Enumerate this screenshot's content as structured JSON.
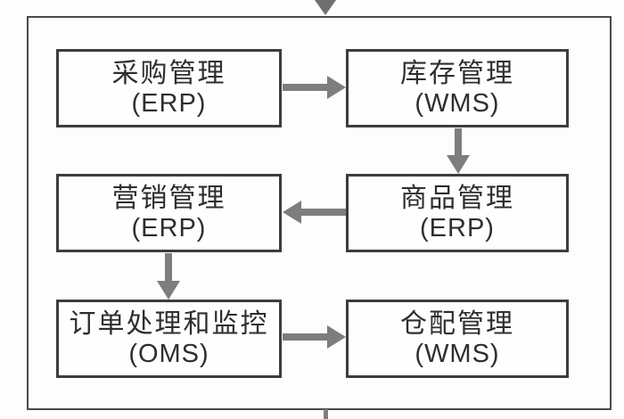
{
  "diagram": {
    "type": "flowchart",
    "background_color": "#fdfdfd",
    "frame_border_color": "#4a4a4a",
    "box_border_color": "#3d3d3d",
    "arrow_color": "#7d7d7d",
    "text_color": "#2e2e2e",
    "boxes": [
      {
        "title": "采购管理",
        "system": "(ERP)"
      },
      {
        "title": "库存管理",
        "system": "(WMS)"
      },
      {
        "title": "营销管理",
        "system": "(ERP)"
      },
      {
        "title": "商品管理",
        "system": "(ERP)"
      },
      {
        "title": "订单处理和监控",
        "system": "(OMS)"
      },
      {
        "title": "仓配管理",
        "system": "(WMS)"
      }
    ],
    "connections": [
      {
        "from": "采购管理(ERP)",
        "to": "库存管理(WMS)",
        "direction": "right"
      },
      {
        "from": "库存管理(WMS)",
        "to": "商品管理(ERP)",
        "direction": "down"
      },
      {
        "from": "商品管理(ERP)",
        "to": "营销管理(ERP)",
        "direction": "left"
      },
      {
        "from": "营销管理(ERP)",
        "to": "订单处理和监控(OMS)",
        "direction": "down"
      },
      {
        "from": "订单处理和监控(OMS)",
        "to": "仓配管理(WMS)",
        "direction": "right"
      },
      {
        "from": "outside-top",
        "to": "frame",
        "direction": "down"
      },
      {
        "from": "frame",
        "to": "outside-bottom",
        "direction": "down"
      }
    ]
  }
}
